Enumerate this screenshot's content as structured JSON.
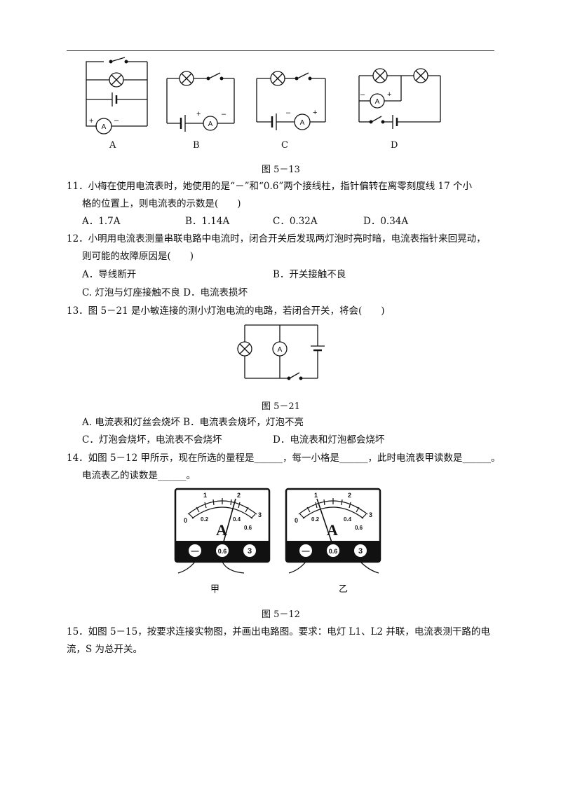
{
  "figures": {
    "fig_5_13": {
      "caption": "图 5－13",
      "options": [
        "A",
        "B",
        "C",
        "D"
      ]
    },
    "fig_5_21": {
      "caption": "图 5－21"
    },
    "fig_5_12": {
      "caption": "图 5－12",
      "meter_left_label": "甲",
      "meter_right_label": "乙",
      "scale_numbers": [
        "0",
        "0.2",
        "0.4",
        "0.6",
        "1",
        "2",
        "3"
      ],
      "dial_letter": "A",
      "terminals": [
        "—",
        "0.6",
        "3"
      ]
    }
  },
  "questions": {
    "q11": {
      "line1": "11．小梅在使用电流表时，她使用的是“－”和“0.6”两个接线柱，指针偏转在离零刻度线 17 个小",
      "line2": "格的位置上，则电流表的示数是(　　)",
      "options": [
        "A．1.7A",
        "B．1.14A",
        "C．0.32A",
        "D．0.34A"
      ]
    },
    "q12": {
      "line1": "12．小明用电流表测量串联电路中电流时，闭合开关后发现两灯泡时亮时暗，电流表指针来回晃动，",
      "line2": "则可能的故障原因是(　　)",
      "options": [
        "A．导线断开",
        "B．开关接触不良",
        "C. 灯泡与灯座接触不良 D．电流表损坏"
      ]
    },
    "q13": {
      "line1": "13．图 5－21 是小敏连接的测小灯泡电流的电路，若闭合开关，将会(　　)",
      "options": [
        "A. 电流表和灯丝会烧坏 B．电流表会烧坏，灯泡不亮",
        "C．灯泡会烧坏，电流表不会烧坏",
        "D．电流表和灯泡都会烧坏"
      ]
    },
    "q14": {
      "line1": "14．如图 5－12 甲所示，现在所选的量程是______，每一小格是______，此时电流表甲读数是______。",
      "line2": "电流表乙的读数是______。"
    },
    "q15": {
      "line1": "15．如图 5－15，按要求连接实物图，并画出电路图。要求：电灯 L1、L2 并联，电流表测干路的电",
      "line2": "流，S 为总开关。"
    }
  }
}
